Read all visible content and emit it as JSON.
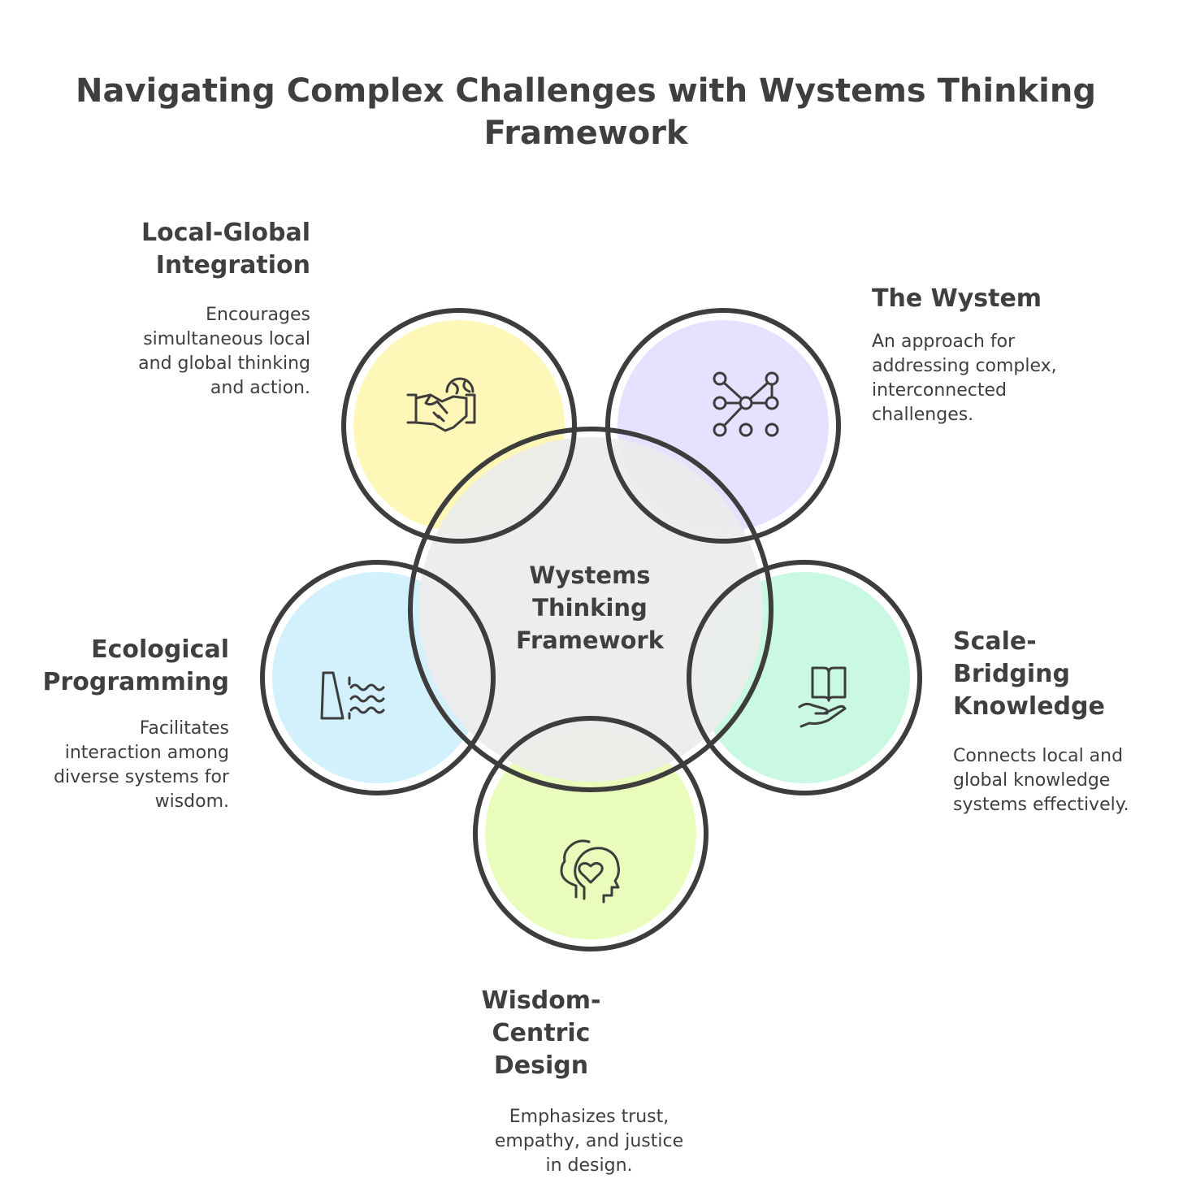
{
  "title": "Navigating Complex Challenges with Wystems Thinking Framework",
  "center": {
    "label": "Wystems Thinking Framework",
    "color": "#ebebeb"
  },
  "nodes": [
    {
      "key": "local_global",
      "heading": "Local-Global Integration",
      "description": "Encourages simultaneous local and global thinking and action.",
      "icon": "handshake-globe-icon",
      "color": "#fff7b8"
    },
    {
      "key": "wystem",
      "heading": "The Wystem",
      "description": "An approach for addressing complex, interconnected challenges.",
      "icon": "network-nodes-icon",
      "color": "#e6e1ff"
    },
    {
      "key": "scale_bridging",
      "heading": "Scale-Bridging Knowledge",
      "description": "Connects local and global knowledge systems effectively.",
      "icon": "book-in-hand-icon",
      "color": "#c9f9e3"
    },
    {
      "key": "wisdom_centric",
      "heading": "Wisdom-Centric Design",
      "description": "Emphasizes trust, empathy, and justice in design.",
      "icon": "heart-head-icon",
      "color": "#e9fcbc"
    },
    {
      "key": "ecological",
      "heading": "Ecological Programming",
      "description": "Facilitates interaction among diverse systems for wisdom.",
      "icon": "dam-water-icon",
      "color": "#d3f1fc"
    }
  ],
  "stroke_color": "#3d3d3d"
}
